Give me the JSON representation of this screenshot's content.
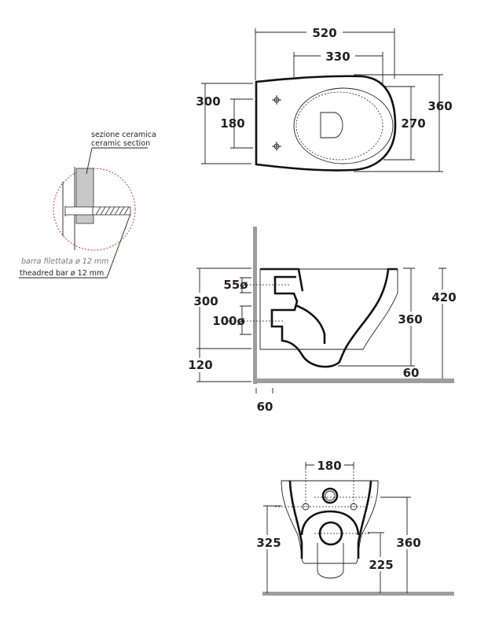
{
  "top_view": {
    "dim_overall_length": "520",
    "dim_330": "330",
    "dim_300": "300",
    "dim_fixing_spacing": "180",
    "dim_270": "270",
    "dim_width": "360"
  },
  "detail": {
    "label_it": "sezione ceramica",
    "label_en": "ceramic section",
    "bar_it": "barra filettata ø 12 mm",
    "bar_en": "theadred bar ø 12 mm",
    "circle_color": "#c0392b"
  },
  "side_view": {
    "dim_300": "300",
    "dim_120": "120",
    "dim_55": "55ø",
    "dim_100": "100ø",
    "dim_360": "360",
    "dim_420": "420",
    "dim_60_bottom": "60",
    "dim_60_wall": "60"
  },
  "front_view": {
    "dim_180": "180",
    "dim_325": "325",
    "dim_360": "360",
    "dim_225": "225"
  }
}
